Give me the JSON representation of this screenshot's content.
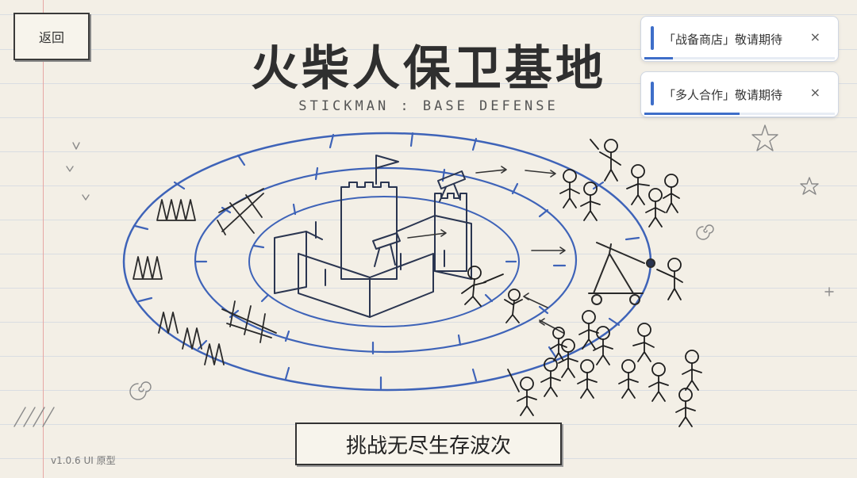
{
  "header": {
    "back_label": "返回",
    "title": "火柴人保卫基地",
    "subtitle": "STICKMAN : BASE DEFENSE"
  },
  "notifications": [
    {
      "message": "「战备商店」敬请期待",
      "close_glyph": "×",
      "progress": 0.15
    },
    {
      "message": "「多人合作」敬请期待",
      "close_glyph": "×",
      "progress": 0.5
    }
  ],
  "actions": {
    "start_label": "挑战无尽生存波次"
  },
  "footer": {
    "version": "v1.0.6 UI 原型"
  },
  "colors": {
    "accent": "#3e6ec9",
    "ink": "#2b2b2b",
    "paper": "#f3efe6"
  }
}
